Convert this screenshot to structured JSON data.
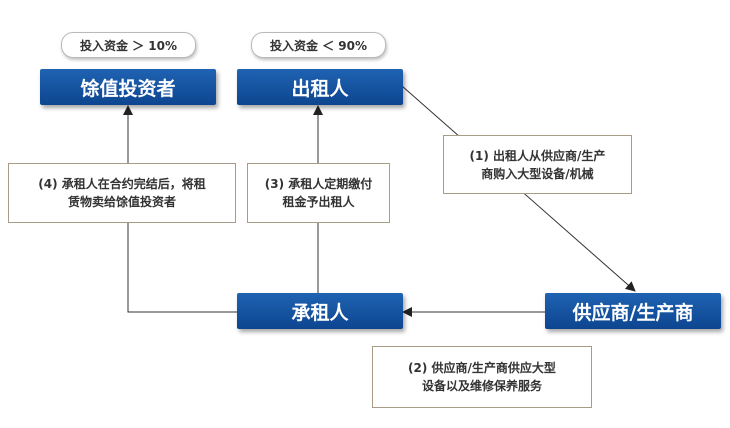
{
  "nodes": {
    "investor": "馀值投资者",
    "lessor": "出租人",
    "lessee": "承租人",
    "supplier": "供应商/生产商"
  },
  "tags": {
    "investor_share": "投入资金 ＞ 10%",
    "lessor_share": "投入资金 ＜ 90%"
  },
  "notes": {
    "step1": [
      "(1) 出租人从供应商/生产",
      "商购入大型设备/机械"
    ],
    "step2": [
      "(2) 供应商/生产商供应大型",
      "设备以及维修保养服务"
    ],
    "step3": [
      "(3) 承租人定期缴付",
      "租金予出租人"
    ],
    "step4": [
      "(4) 承租人在合约完结后，将租",
      "赁物卖给馀值投资者"
    ]
  },
  "colors": {
    "node_fill": "#1a58a6",
    "line": "#333333",
    "note_border": "#a89b88"
  }
}
